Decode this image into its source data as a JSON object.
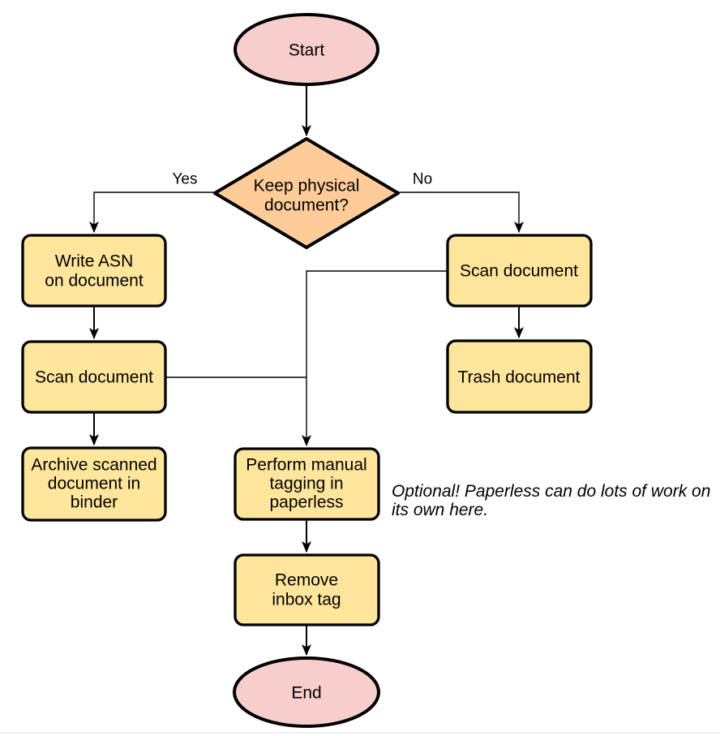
{
  "colors": {
    "canvas_bg": "#ffffff",
    "terminal_fill": "#f8cecc",
    "decision_fill": "#ffcc99",
    "process_fill": "#ffe69c",
    "node_stroke": "#000000",
    "edge_stroke": "#000000",
    "text_color": "#000000",
    "footer_divider": "#ededed"
  },
  "nodes": {
    "start": {
      "lines": [
        "Start"
      ]
    },
    "decision": {
      "lines": [
        "Keep physical",
        "document?"
      ]
    },
    "write_asn": {
      "lines": [
        "Write ASN",
        "on document"
      ]
    },
    "scan_left": {
      "lines": [
        "Scan document"
      ]
    },
    "archive": {
      "lines": [
        "Archive scanned",
        "document in",
        "binder"
      ]
    },
    "scan_right": {
      "lines": [
        "Scan document"
      ]
    },
    "trash": {
      "lines": [
        "Trash document"
      ]
    },
    "tagging": {
      "lines": [
        "Perform manual",
        "tagging in",
        "paperless"
      ]
    },
    "remove_inbox": {
      "lines": [
        "Remove",
        "inbox tag"
      ]
    },
    "end": {
      "lines": [
        "End"
      ]
    }
  },
  "edge_labels": {
    "yes": "Yes",
    "no": "No"
  },
  "annotation": {
    "lines": [
      "Optional! Paperless can do lots of work on",
      "its own here."
    ]
  }
}
